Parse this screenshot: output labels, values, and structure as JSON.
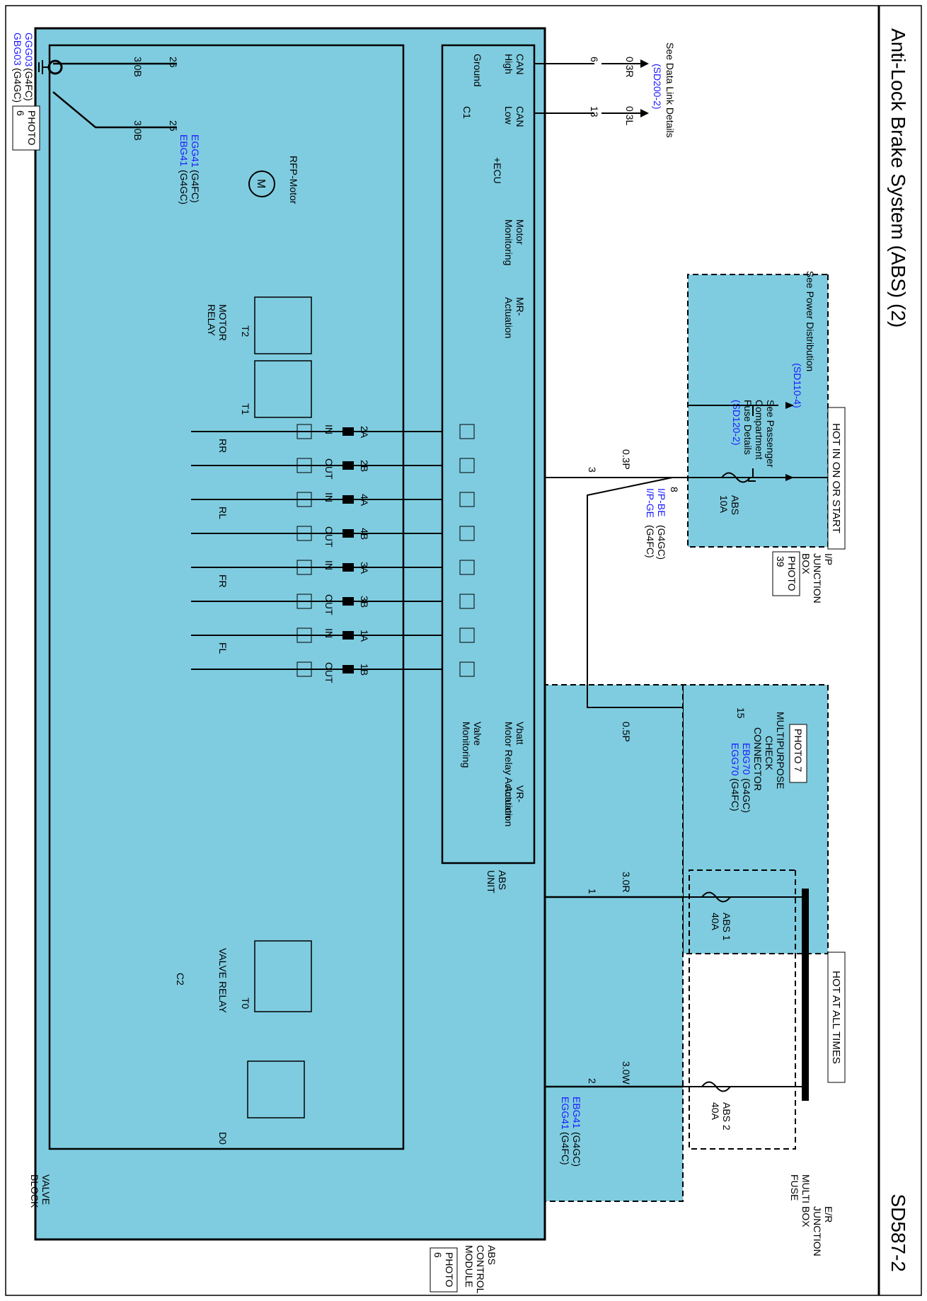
{
  "page": {
    "title": "Anti-Lock Brake System (ABS) (2)",
    "code": "SD587-2"
  },
  "power": {
    "hot_on_or_start": "HOT IN ON OR START",
    "hot_at_all_times": "HOT AT ALL TIMES",
    "ip_box": [
      "I/P",
      "JUNCTION",
      "BOX"
    ],
    "ip_photo": [
      "PHOTO",
      "39"
    ],
    "er_box": [
      "E/R",
      "JUNCTION",
      "BOX"
    ],
    "multi_fuse": [
      "MULTI",
      "FUSE"
    ],
    "fuse_abs": [
      "ABS",
      "10A"
    ],
    "fuse_abs1": [
      "ABS 1",
      "40A"
    ],
    "fuse_abs2": [
      "ABS 2",
      "40A"
    ],
    "see_power": [
      "See Power Distribution",
      "(SD110-4)"
    ],
    "see_fuse": [
      "See Passenger",
      "Compartment",
      "Fuse Details",
      "(SD120-2)"
    ],
    "see_datalink": [
      "See Data Link Details",
      "(SD200-2)"
    ]
  },
  "connectors": {
    "ipbe_pin": "8",
    "ipbe_1": "I/P-BE",
    "ipbe_1b": "(G4GC)",
    "ipbe_2": "I/P-GE",
    "ipbe_2b": "(G4FC)",
    "check_pin": "15",
    "check_photo": "PHOTO 7",
    "check_name": [
      "MULTIPURPOSE",
      "CHECK",
      "CONNECTOR"
    ],
    "ebg70": "EBG70",
    "ebg70b": "(G4GC)",
    "egg70": "EGG70",
    "egg70b": "(G4FC)",
    "ebg41": "EBG41",
    "ebg41b": "(G4GC)",
    "egg41": "EGG41",
    "egg41b": "(G4FC)",
    "gbg03": "GBG03",
    "gbg03b": "(G4GC)",
    "ggg03": "GGG03",
    "ggg03b": "(G4FC)",
    "ground_photo": [
      "PHOTO",
      "6"
    ],
    "module_name": [
      "ABS",
      "CONTROL",
      "MODULE"
    ],
    "module_photo": [
      "PHOTO",
      "6"
    ]
  },
  "wires": {
    "w_6": "0.3R",
    "p_6": "6",
    "w_13": "0.3L",
    "p_13": "13",
    "w_3": "0.3P",
    "p_3": "3",
    "w_check": "0.5P",
    "w_1": "3.0R",
    "p_1": "1",
    "w_2": "3.0W",
    "p_2": "2",
    "w_26": "3.0B",
    "p_26": "26",
    "w_25": "3.0B",
    "p_25": "25"
  },
  "module": {
    "can_high": [
      "CAN",
      "High"
    ],
    "can_low": [
      "CAN",
      "Low"
    ],
    "ground": "Ground",
    "c1": "C1",
    "ecu": "+ECU",
    "motor_mon": [
      "Motor",
      "Monitoring"
    ],
    "mr_act": [
      "MR-",
      "Actuation"
    ],
    "vbatt": [
      "Vbatt",
      "Motor Relay Actuation"
    ],
    "vr_act": [
      "VR-",
      "Actuation"
    ],
    "valve_mon": [
      "Valve",
      "Monitoring"
    ],
    "abs_unit": [
      "ABS",
      "UNIT"
    ],
    "rfp_motor": "RFP-Motor",
    "motor_relay": [
      "MOTOR",
      "RELAY"
    ],
    "t2": "T2",
    "t1": "T1",
    "valve_relay": "VALVE RELAY",
    "t0": "T0",
    "c2": "C2",
    "d0": "D0",
    "valve_block": [
      "VALVE",
      "BLOCK"
    ],
    "valves": [
      {
        "id": "2A",
        "io": "IN",
        "wheel": "RR"
      },
      {
        "id": "2B",
        "io": "OUT",
        "wheel": ""
      },
      {
        "id": "4A",
        "io": "IN",
        "wheel": "RL"
      },
      {
        "id": "4B",
        "io": "OUT",
        "wheel": ""
      },
      {
        "id": "3A",
        "io": "IN",
        "wheel": "FR"
      },
      {
        "id": "3B",
        "io": "OUT",
        "wheel": ""
      },
      {
        "id": "1A",
        "io": "IN",
        "wheel": "FL"
      },
      {
        "id": "1B",
        "io": "OUT",
        "wheel": ""
      }
    ]
  },
  "colors": {
    "fill": "#7fcce0",
    "link": "#1a1aff",
    "line": "#000000"
  }
}
